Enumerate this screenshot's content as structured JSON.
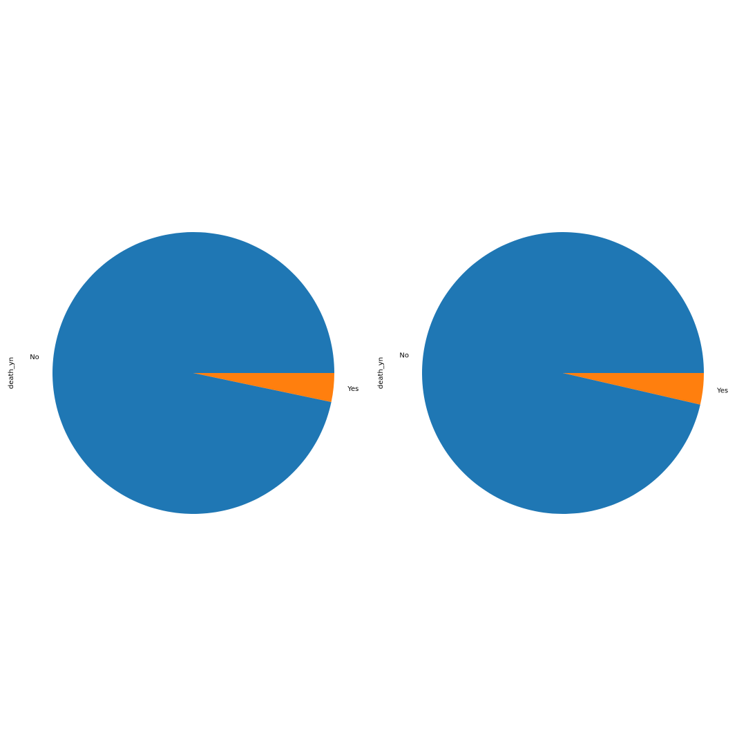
{
  "chart_data": [
    {
      "type": "pie",
      "ylabel": "death_yn",
      "slices": [
        {
          "label": "No",
          "value": 96.7,
          "color": "#1f77b4"
        },
        {
          "label": "Yes",
          "value": 3.3,
          "color": "#ff7f0e"
        }
      ],
      "start_angle_deg": 0,
      "direction": "counterclockwise"
    },
    {
      "type": "pie",
      "ylabel": "death_yn",
      "slices": [
        {
          "label": "No",
          "value": 96.4,
          "color": "#1f77b4"
        },
        {
          "label": "Yes",
          "value": 3.6,
          "color": "#ff7f0e"
        }
      ],
      "start_angle_deg": 0,
      "direction": "counterclockwise"
    }
  ]
}
